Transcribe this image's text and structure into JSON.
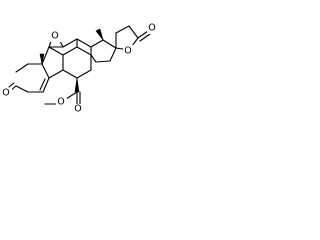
{
  "molecule": {
    "atom_labels": {
      "ketone_oxygen": "O",
      "epoxide_oxygen": "O",
      "lactone_ring_oxygen": "O",
      "lactone_carbonyl_oxygen": "O",
      "ester_carbonyl_oxygen": "O",
      "ester_ether_oxygen": "O"
    },
    "colors": {
      "bond": "#000000",
      "background": "#ffffff"
    }
  }
}
